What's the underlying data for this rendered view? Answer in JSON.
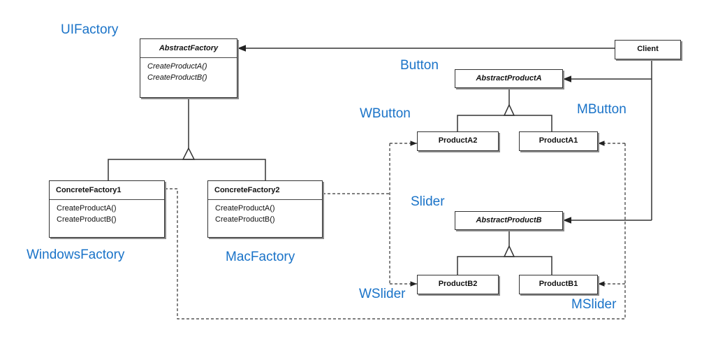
{
  "classes": {
    "abstract_factory": {
      "name": "AbstractFactory",
      "ops": [
        "CreateProductA()",
        "CreateProductB()"
      ]
    },
    "concrete_factory_1": {
      "name": "ConcreteFactory1",
      "ops": [
        "CreateProductA()",
        "CreateProductB()"
      ]
    },
    "concrete_factory_2": {
      "name": "ConcreteFactory2",
      "ops": [
        "CreateProductA()",
        "CreateProductB()"
      ]
    },
    "client": {
      "name": "Client"
    },
    "abstract_product_a": {
      "name": "AbstractProductA"
    },
    "product_a2": {
      "name": "ProductA2"
    },
    "product_a1": {
      "name": "ProductA1"
    },
    "abstract_product_b": {
      "name": "AbstractProductB"
    },
    "product_b2": {
      "name": "ProductB2"
    },
    "product_b1": {
      "name": "ProductB1"
    }
  },
  "annotations": {
    "ui_factory": "UIFactory",
    "button": "Button",
    "wbutton": "WButton",
    "mbutton": "MButton",
    "slider": "Slider",
    "wslider": "WSlider",
    "mslider": "MSlider",
    "windows_factory": "WindowsFactory",
    "mac_factory": "MacFactory"
  },
  "colors": {
    "annotation": "#1a73c8",
    "line": "#333333"
  }
}
